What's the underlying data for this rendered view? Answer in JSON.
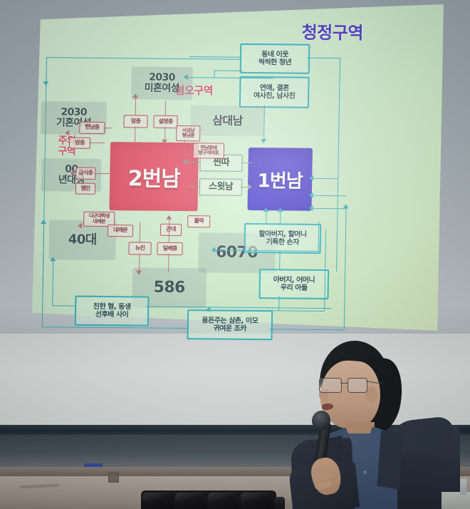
{
  "photo": {
    "scene": "lecture-hall-presentation",
    "speaker": {
      "description_label": ""
    }
  },
  "slide": {
    "title": "청정구역",
    "title_color": "#4a3bc4",
    "zones": [
      {
        "key": "hate",
        "label": "혐오구역",
        "color": "#e2506a"
      },
      {
        "key": "warn",
        "label": "주의구역",
        "color": "#e2506a"
      },
      {
        "key": "clean",
        "label": "청정구역",
        "color": "#4a3bc4"
      }
    ],
    "background_color": "#d8f3d4",
    "accent_teal": "#35b7c4",
    "accent_red": "#e8576b",
    "accent_blue": "#4a3fd0",
    "nodes": {
      "red": "2번남",
      "blue": "1번남"
    },
    "demographics": [
      {
        "label": "2030\n미혼여성"
      },
      {
        "label": "2030\n기혼여성"
      },
      {
        "label": "00\n년대생"
      },
      {
        "label": "40대"
      },
      {
        "label": "586"
      },
      {
        "label": "6070"
      },
      {
        "label": "삼대남"
      }
    ],
    "demographic_labels": {
      "d_2030_single": "2030 미혼여성",
      "d_2030_married": "2030 기혼여성",
      "d_00s": "00 년대생",
      "d_40s": "40대",
      "d_586": "586",
      "d_6070": "6070",
      "d_samdaenam": "삼대남"
    },
    "teal_boxes": [
      {
        "id": "neighbor",
        "line1": "동네 이웃",
        "line2": "씩씩한 청년"
      },
      {
        "id": "romance",
        "line1": "연애, 결혼",
        "line2": "여사친, 남사친"
      },
      {
        "id": "grandparent",
        "line1": "할아버지, 할머니",
        "line2": "기특한 손자"
      },
      {
        "id": "parent",
        "line1": "아버지, 어머니",
        "line2": "우리 아들"
      },
      {
        "id": "sibling",
        "line1": "친한 형, 동생",
        "line2": "선후배 사이"
      },
      {
        "id": "uncle",
        "line1": "용돈주는 삼촌, 이모",
        "line2": "귀여운 조카"
      }
    ],
    "gray_tags": [
      {
        "id": "jjinta",
        "label": "찐따"
      },
      {
        "id": "sweetnam",
        "label": "스윗남"
      }
    ],
    "red_tags": [
      {
        "id": "t1",
        "label": "한남충"
      },
      {
        "id": "t2",
        "label": "일베"
      },
      {
        "id": "t3",
        "label": "맘충"
      },
      {
        "id": "t4",
        "label": "설명충"
      },
      {
        "id": "t5",
        "label": "한남충"
      },
      {
        "id": "t6",
        "label": "서성남\n형님충"
      },
      {
        "id": "t7",
        "label": "한남충에\n방구석여포"
      },
      {
        "id": "t8",
        "label": "급식충"
      },
      {
        "id": "t9",
        "label": "잼민"
      },
      {
        "id": "t10",
        "label": "다군대학생\n대깨문"
      },
      {
        "id": "t11",
        "label": "대깨문"
      },
      {
        "id": "t12",
        "label": "틀딱"
      },
      {
        "id": "t13",
        "label": "꼰대"
      },
      {
        "id": "t14",
        "label": "뉴진"
      },
      {
        "id": "t15",
        "label": "일베충"
      }
    ]
  }
}
